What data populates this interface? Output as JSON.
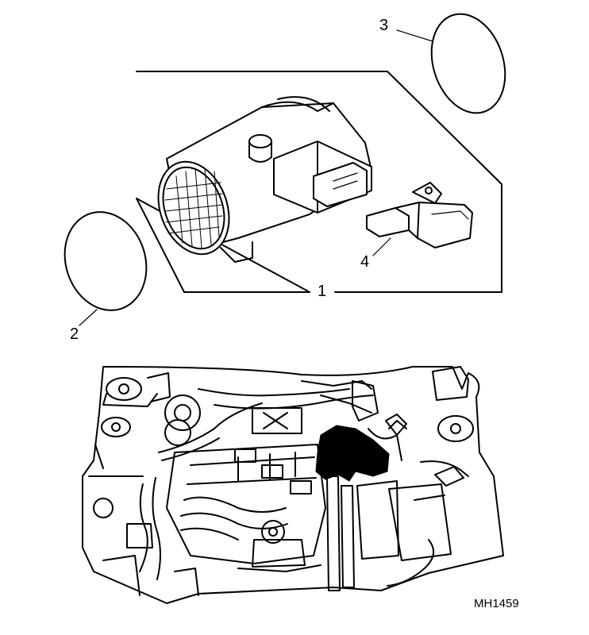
{
  "callouts": {
    "c1": "1",
    "c2": "2",
    "c3": "3",
    "c4": "4"
  },
  "figure_id": "MH1459"
}
